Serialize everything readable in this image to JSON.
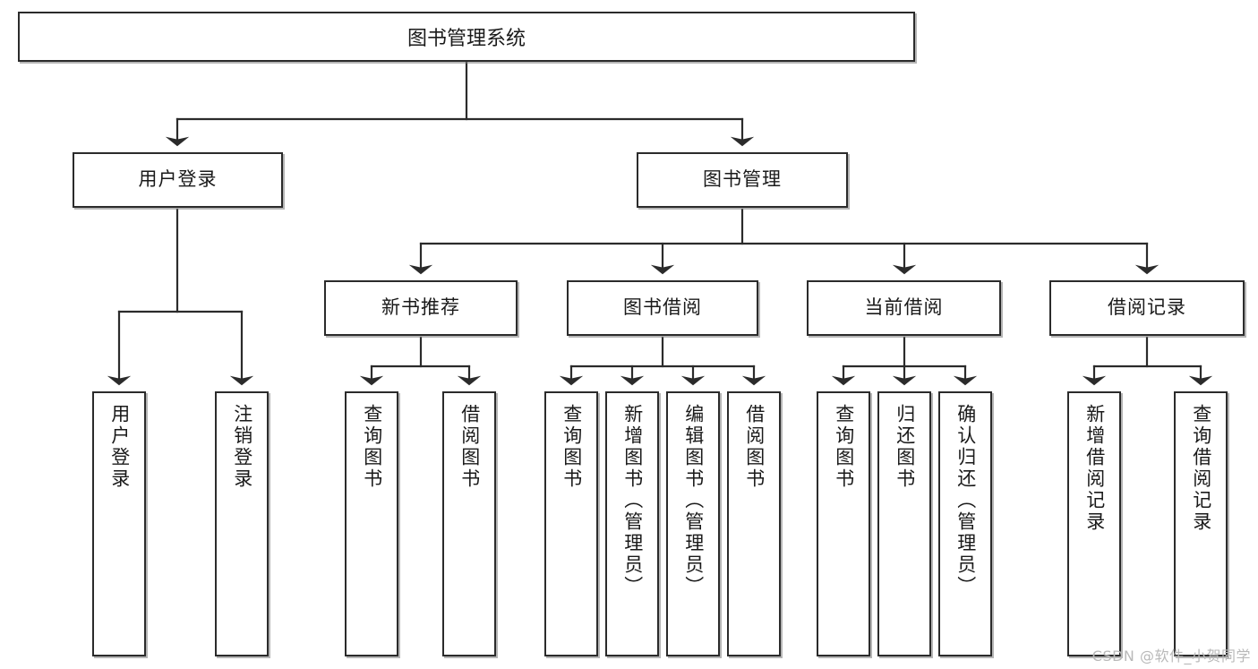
{
  "diagram": {
    "title": "图书管理系统",
    "type": "tree-hierarchy-diagram",
    "colors": {
      "box_border": "#2b2b2b",
      "box_fill": "#ffffff",
      "connector": "#2b2b2b",
      "text": "#1a1a1a",
      "watermark": "#b9b9b9",
      "background": "#ffffff"
    }
  },
  "root": {
    "label": "图书管理系统"
  },
  "level2": [
    {
      "label": "用户登录"
    },
    {
      "label": "图书管理"
    }
  ],
  "level3": [
    {
      "label": "新书推荐"
    },
    {
      "label": "图书借阅"
    },
    {
      "label": "当前借阅"
    },
    {
      "label": "借阅记录"
    }
  ],
  "leaves": {
    "user_login": [
      {
        "label": "用户登录"
      },
      {
        "label": "注销登录"
      }
    ],
    "new_book": [
      {
        "label": "查询图书"
      },
      {
        "label": "借阅图书"
      }
    ],
    "book_borrow": [
      {
        "label": "查询图书"
      },
      {
        "label": "新增图书（管理员）"
      },
      {
        "label": "编辑图书（管理员）"
      },
      {
        "label": "借阅图书"
      }
    ],
    "current_borrow": [
      {
        "label": "查询图书"
      },
      {
        "label": "归还图书"
      },
      {
        "label": "确认归还（管理员）"
      }
    ],
    "borrow_record": [
      {
        "label": "新增借阅记录"
      },
      {
        "label": "查询借阅记录"
      }
    ]
  },
  "watermark": {
    "text": "CSDN @软件_小贺同学"
  }
}
